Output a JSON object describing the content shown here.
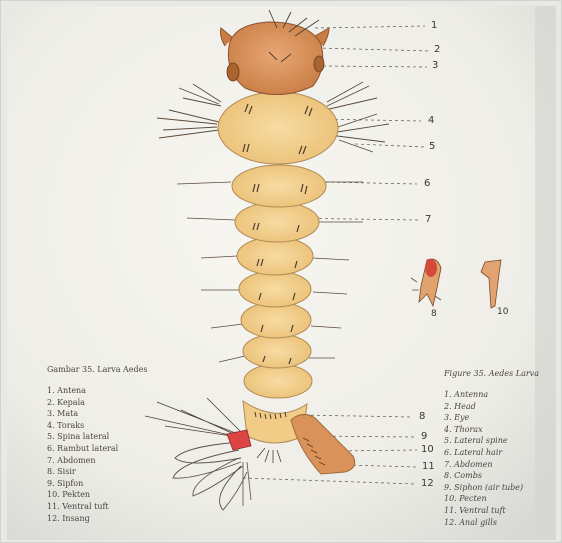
{
  "legend_indonesian": {
    "title": "Gambar 35. Larva Aedes",
    "items": [
      "1. Antena",
      "2. Kepala",
      "3. Mata",
      "4. Toraks",
      "5. Spina lateral",
      "6. Rambut lateral",
      "7. Abdomen",
      "8. Sisir",
      "9. Sipfon",
      "10. Pekten",
      "11. Ventral tuft",
      "12. Insang"
    ]
  },
  "legend_english": {
    "title": "Figure 35. Aedes Larva",
    "items": [
      "1. Antenna",
      "2. Head",
      "3. Eye",
      "4. Thorax",
      "5. Lateral spine",
      "6. Lateral hair",
      "7. Abdomen",
      "8. Combs",
      "9. Siphon (air tube)",
      "10. Pecten",
      "11. Ventral tuft",
      "12. Anal gills"
    ]
  },
  "callout_numbers": [
    "1",
    "2",
    "3",
    "4",
    "5",
    "6",
    "7",
    "8",
    "9",
    "10",
    "11",
    "12"
  ],
  "detail_labels": [
    "8",
    "10"
  ],
  "colors": {
    "paper": "#f4f3ee",
    "body_fill": "#f2cf8a",
    "head_fill": "#d99358",
    "segment_line": "#b08a55"
  }
}
